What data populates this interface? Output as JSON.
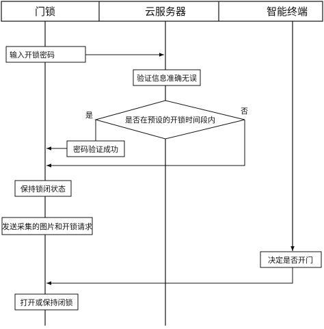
{
  "lanes": {
    "door_lock": "门锁",
    "cloud_server": "云服务器",
    "smart_terminal": "智能终端"
  },
  "steps": {
    "input_password": "输入开锁密码",
    "verify_info": "验证信息准确无误",
    "time_check": "是否在预设的开锁时间段内",
    "yes": "是",
    "no": "否",
    "password_ok": "密码验证成功",
    "keep_locked": "保持锁闭状态",
    "send_request": "发送采集的图片和开锁请求",
    "decide_open": "决定是否开门",
    "open_or_keep": "打开或保持闭锁"
  },
  "colors": {
    "line": "#111111",
    "background": "#ffffff"
  }
}
